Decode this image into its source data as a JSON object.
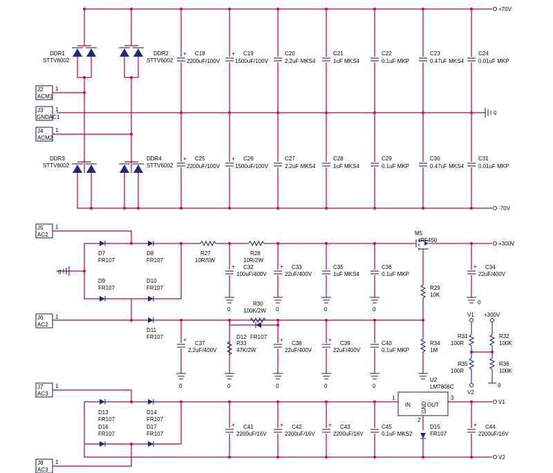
{
  "rails": {
    "pos70": "+70V",
    "zero": "0",
    "neg70": "-70V",
    "pos300": "+300V",
    "v1_out": "V1",
    "v2_out": "V2",
    "v1_top": "V1",
    "pos300_small": "+300V",
    "v2_bottom": "V2",
    "zero_small": "0",
    "zero_left": "0"
  },
  "connectors": [
    {
      "ref": "J2",
      "name": "ACM1",
      "pin": "1"
    },
    {
      "ref": "J3",
      "name": "GNDAC1",
      "pin": "1"
    },
    {
      "ref": "J4",
      "name": "ACM2",
      "pin": "1"
    },
    {
      "ref": "J5",
      "name": "AC2",
      "pin": "1"
    },
    {
      "ref": "J6",
      "name": "AC2",
      "pin": "1"
    },
    {
      "ref": "J7",
      "name": "AC3",
      "pin": "1"
    },
    {
      "ref": "J8",
      "name": "AC3",
      "pin": "1"
    }
  ],
  "bridges": [
    {
      "ref": "DDR1",
      "part": "STTV6002"
    },
    {
      "ref": "DDR2",
      "part": "STTV6002"
    },
    {
      "ref": "DDR3",
      "part": "STTV6002"
    },
    {
      "ref": "DDR4",
      "part": "STTV6002"
    }
  ],
  "caps_top": [
    {
      "ref": "C18",
      "value": "2200uF/100V"
    },
    {
      "ref": "C19",
      "value": "1500uF/100V"
    },
    {
      "ref": "C20",
      "value": "2.2uF MKS4"
    },
    {
      "ref": "C21",
      "value": "1uF MKS4"
    },
    {
      "ref": "C22",
      "value": "0.1uF MKP"
    },
    {
      "ref": "C23",
      "value": "0.47uF MKS4"
    },
    {
      "ref": "C24",
      "value": "0.01uF MKP"
    }
  ],
  "caps_mid": [
    {
      "ref": "C25",
      "value": "2200uF/100V"
    },
    {
      "ref": "C26",
      "value": "1500uF/100V"
    },
    {
      "ref": "C27",
      "value": "2.2uF MKS4"
    },
    {
      "ref": "C28",
      "value": "1uF MKS4"
    },
    {
      "ref": "C29",
      "value": "0.1uF MKP"
    },
    {
      "ref": "C30",
      "value": "0.47uF MKS4"
    },
    {
      "ref": "C31",
      "value": "0.01uF MKP"
    }
  ],
  "diodes": {
    "d7": "D7",
    "d7v": "FR107",
    "d8": "D8",
    "d8v": "FR107",
    "d9": "D9",
    "d9v": "FR107",
    "d10": "D10",
    "d10v": "FR107",
    "d11": "D11",
    "d11v": "FR107",
    "d12": "D12",
    "d12v": "FR107",
    "d13": "D13",
    "d13v": "FR107",
    "d14": "D14",
    "d14v": "FR107",
    "d16": "D16",
    "d16v": "FR107",
    "d17": "D17",
    "d17v": "FR107",
    "d15": "D15",
    "d15v": "FR107"
  },
  "resistors": {
    "r27": "R27",
    "r27v": "10R/5W",
    "r28": "R28",
    "r28v": "10R/2W",
    "r29": "R29",
    "r29v": "10K",
    "r30": "R30",
    "r30v": "100K/2W",
    "r33": "R33",
    "r33v": "47K/2W",
    "r34": "R34",
    "r34v": "1M",
    "r31": "R31",
    "r31v": "100R",
    "r32": "R32",
    "r32v": "100K",
    "r35": "R35",
    "r35v": "100R",
    "r36": "R36",
    "r36v": "100K"
  },
  "caps_hv": {
    "c32": "C32",
    "c32v": "100uF/400V",
    "c33": "C33",
    "c33v": "22uF/400V",
    "c35": "C35",
    "c35v": "1uF MKS4",
    "c36": "C36",
    "c36v": "0.1uF MKP",
    "c34": "C34",
    "c34v": "22uF/400V",
    "c37": "C37",
    "c37v": "2.2uF/400V",
    "c38": "C38",
    "c38v": "22uF/400V",
    "c39": "C39",
    "c39v": "22uF/400V",
    "c40": "C40",
    "c40v": "0.1uF MKP"
  },
  "caps_lv": {
    "c41": "C41",
    "c41v": "2200uF/16V",
    "c42": "C42",
    "c42v": "2200uF/16V",
    "c43": "C43",
    "c43v": "2200uF/16V",
    "c45": "C45",
    "c45v": "0.1uF MKS2",
    "c44": "C44",
    "c44v": "2200uF/16V"
  },
  "mosfet": {
    "ref": "M5",
    "part": "IRF450"
  },
  "regulator": {
    "ref": "U2",
    "part": "LM7806C",
    "in": "IN",
    "out": "OUT",
    "gnd": "GND",
    "pin1": "1",
    "pin2": "2",
    "pin3": "3"
  },
  "gnd_labels": [
    "0",
    "0",
    "0",
    "0",
    "0",
    "0",
    "0",
    "0",
    "0",
    "0",
    "0",
    "0"
  ]
}
